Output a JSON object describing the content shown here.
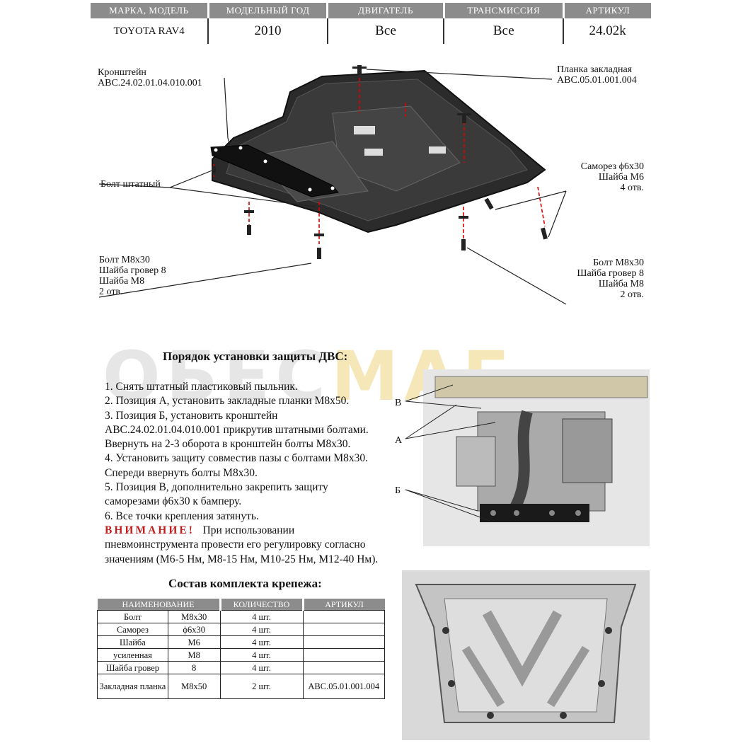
{
  "header": {
    "columns": [
      "МАРКА, МОДЕЛЬ",
      "МОДЕЛЬНЫЙ ГОД",
      "ДВИГАТЕЛЬ",
      "ТРАНСМИССИЯ",
      "АРТИКУЛ"
    ],
    "values": [
      "TOYOTA RAV4",
      "2010",
      "Все",
      "Все",
      "24.02k"
    ]
  },
  "callouts": {
    "bracket": {
      "line1": "Кронштейн",
      "line2": "ABC.24.02.01.04.010.001"
    },
    "plank": {
      "line1": "Планка закладная",
      "line2": "ABC.05.01.001.004"
    },
    "stock_bolt": "Болт штатный",
    "screw": {
      "line1": "Саморез ϕ6х30",
      "line2": "Шайба М6",
      "line3": "4 отв."
    },
    "bolt_left": {
      "line1": "Болт М8х30",
      "line2": "Шайба гровер 8",
      "line3": "Шайба М8",
      "line4": "2 отв."
    },
    "bolt_right": {
      "line1": "Болт М8х30",
      "line2": "Шайба гровер 8",
      "line3": "Шайба М8",
      "line4": "2 отв."
    }
  },
  "watermark": {
    "part1": "ОБЕС",
    "part2": "МАГ"
  },
  "install": {
    "title": "Порядок установки защиты ДВС:",
    "steps": [
      "1.  Снять штатный пластиковый пыльник.",
      "2.  Позиция А, установить закладные планки М8х50.",
      "3.  Позиция Б, установить кронштейн",
      "ABC.24.02.01.04.010.001 прикрутив штатными болтами.",
      "Ввернуть на 2-3 оборота в кронштейн болты М8х30.",
      "4.  Установить защиту совместив пазы с болтами М8х30.",
      "Спереди ввернуть болты М8х30.",
      "5.  Позиция В, дополнительно закрепить защиту",
      "саморезами ϕ6х30 к бамперу.",
      "6.  Все точки крепления затянуть."
    ],
    "warning_label": "ВНИМАНИЕ!",
    "warning_text": "При использовании",
    "warning_rest": [
      "пневмоинструмента провести его регулировку согласно",
      "значениям (М6-5 Нм,    М8-15 Нм, М10-25 Нм, М12-40 Нм)."
    ]
  },
  "photo_labels": {
    "v": "В",
    "a": "А",
    "b": "Б"
  },
  "kit": {
    "title": "Состав комплекта крепежа:",
    "columns": [
      "НАИМЕНОВАНИЕ",
      "КОЛИЧЕСТВО",
      "АРТИКУЛ"
    ],
    "rows": [
      {
        "name": "Болт",
        "size": "М8х30",
        "qty": "4 шт.",
        "art": ""
      },
      {
        "name": "Саморез",
        "size": "ϕ6х30",
        "qty": "4 шт.",
        "art": ""
      },
      {
        "name": "Шайба",
        "size": "М6",
        "qty": "4 шт.",
        "art": ""
      },
      {
        "name": "усиленная",
        "size": "М8",
        "qty": "4 шт.",
        "art": ""
      },
      {
        "name": "Шайба гровер",
        "size": "8",
        "qty": "4 шт.",
        "art": ""
      },
      {
        "name": "Закладная планка",
        "size": "М8х50",
        "qty": "2 шт.",
        "art": "ABC.05.01.001.004"
      }
    ]
  }
}
